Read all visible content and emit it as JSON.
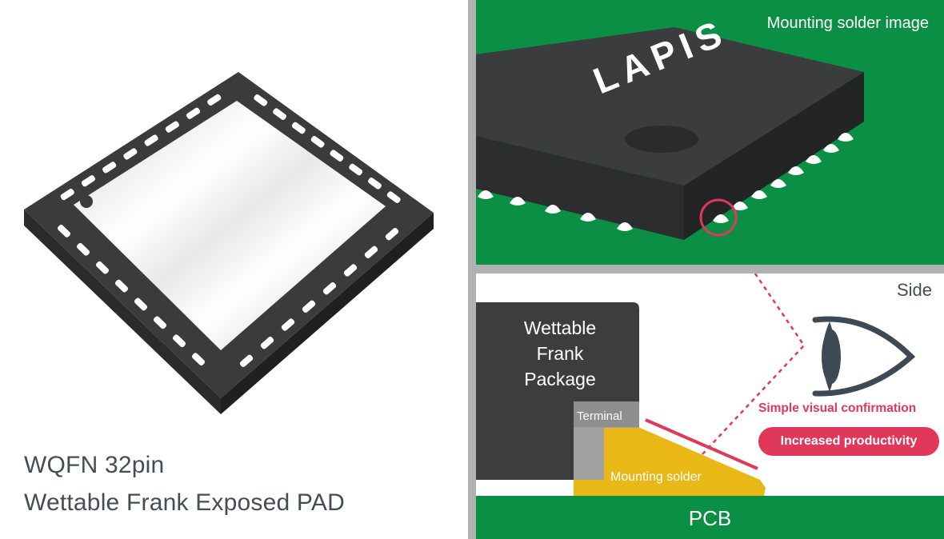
{
  "left": {
    "caption_line1": "WQFN 32pin",
    "caption_line2": "Wettable Frank Exposed PAD"
  },
  "top": {
    "title": "Mounting solder image",
    "chip_brand": "LAPIS"
  },
  "side": {
    "label": "Side",
    "package_lines": [
      "Wettable",
      "Frank",
      "Package"
    ],
    "terminal": "Terminal",
    "solder": "Mounting solder",
    "pcb": "PCB",
    "visual_confirmation": "Simple visual confirmation",
    "productivity": "Increased productivity"
  },
  "colors": {
    "pcb_green": "#0b8f45",
    "package_dark": "#3c3d3f",
    "solder_yellow": "#e9b716",
    "accent_red": "#e0385a",
    "divider_gray": "#b1b1b1"
  }
}
